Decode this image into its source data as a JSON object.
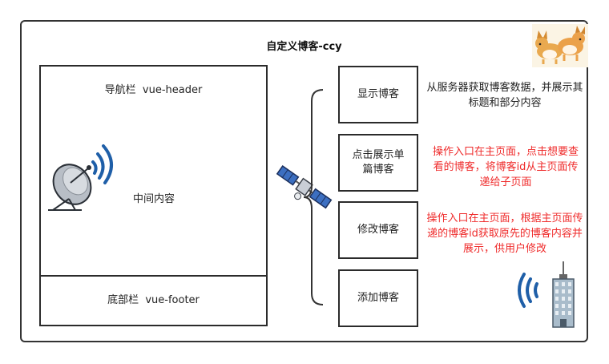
{
  "title": "自定义博客-ccy",
  "layout": {
    "header": "导航栏  vue-header",
    "content": "中间内容",
    "footer": "底部栏  vue-footer"
  },
  "actions": [
    {
      "label": "显示博客",
      "desc": "从服务器获取博客数据，并展示其标题和部分内容",
      "desc_color": "black"
    },
    {
      "label": "点击展示单篇博客",
      "desc": "操作入口在主页面，点击想要查看的博客，将博客id从主页面传递给子页面",
      "desc_color": "red"
    },
    {
      "label": "修改博客",
      "desc": "操作入口在主页面，根据主页面传递的博客id获取原先的博客内容并展示，供用户修改",
      "desc_color": "red"
    },
    {
      "label": "添加博客",
      "desc": "",
      "desc_color": "black"
    }
  ],
  "colors": {
    "red_text": "#ef2b2b",
    "icon_blue": "#1f5fa8"
  }
}
